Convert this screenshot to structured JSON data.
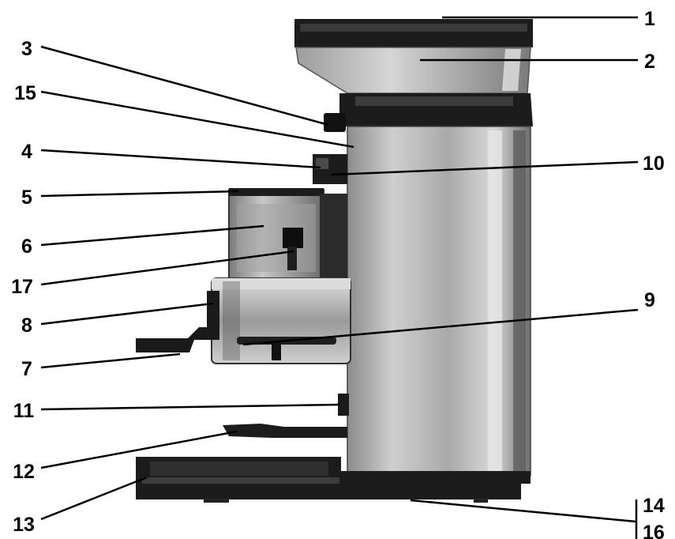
{
  "diagram": {
    "colors": {
      "background": "#ffffff",
      "steel_light": "#d9d9d9",
      "steel_mid": "#a6a6a6",
      "steel_dark": "#5a5a5a",
      "plastic_black": "#1c1c1c",
      "hopper_tint": "#b8b8b8"
    },
    "labels": [
      {
        "id": "1",
        "text": "1"
      },
      {
        "id": "2",
        "text": "2"
      },
      {
        "id": "3",
        "text": "3"
      },
      {
        "id": "15",
        "text": "15"
      },
      {
        "id": "4",
        "text": "4"
      },
      {
        "id": "10",
        "text": "10"
      },
      {
        "id": "5",
        "text": "5"
      },
      {
        "id": "6",
        "text": "6"
      },
      {
        "id": "17",
        "text": "17"
      },
      {
        "id": "9",
        "text": "9"
      },
      {
        "id": "8",
        "text": "8"
      },
      {
        "id": "7",
        "text": "7"
      },
      {
        "id": "11",
        "text": "11"
      },
      {
        "id": "12",
        "text": "12"
      },
      {
        "id": "13",
        "text": "13"
      },
      {
        "id": "14",
        "text": "14"
      },
      {
        "id": "16",
        "text": "16"
      }
    ]
  }
}
